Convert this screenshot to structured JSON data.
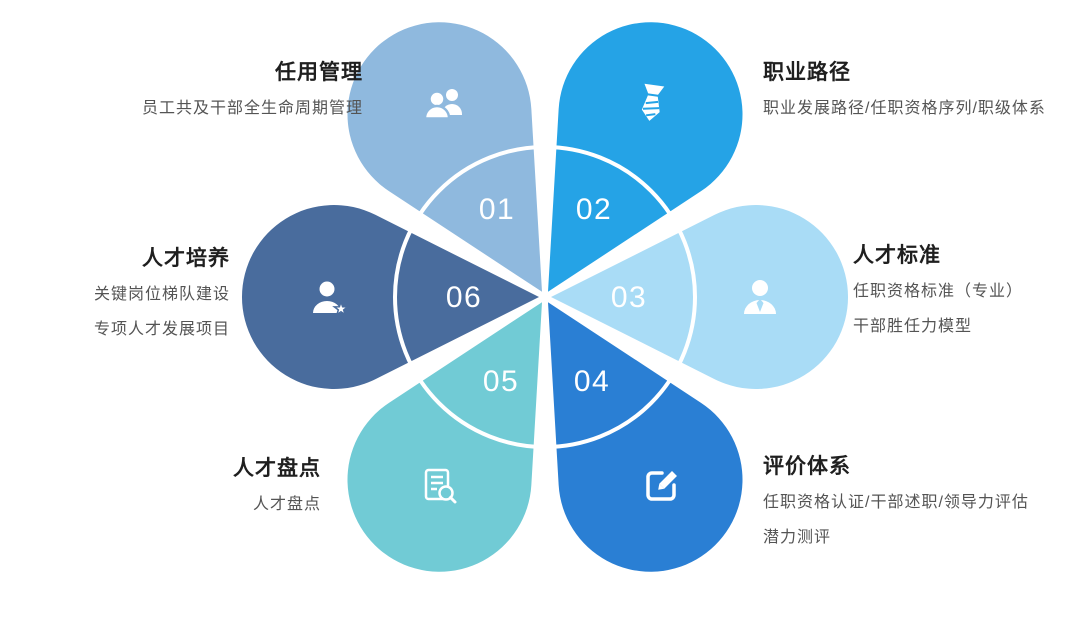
{
  "diagram": {
    "name": "talent-management-flower",
    "background": "#ffffff",
    "ring_color": "#ffffff",
    "petals": [
      {
        "number": "01",
        "title": "任用管理",
        "lines": [
          "员工共及干部全生命周期管理"
        ],
        "color": "#8FB9DE",
        "icon": "users-icon",
        "position": "top-left"
      },
      {
        "number": "02",
        "title": "职业路径",
        "lines": [
          "职业发展路径/任职资格序列/职级体系"
        ],
        "color": "#25A3E6",
        "icon": "tie-icon",
        "position": "top-right"
      },
      {
        "number": "03",
        "title": "人才标准",
        "lines": [
          "任职资格标准（专业）",
          "干部胜任力模型"
        ],
        "color": "#A9DCF6",
        "icon": "person-icon",
        "position": "right"
      },
      {
        "number": "04",
        "title": "评价体系",
        "lines": [
          "任职资格认证/干部述职/领导力评估",
          "潜力测评"
        ],
        "color": "#2A7FD4",
        "icon": "edit-icon",
        "position": "bottom-right"
      },
      {
        "number": "05",
        "title": "人才盘点",
        "lines": [
          "人才盘点"
        ],
        "color": "#71CBD5",
        "icon": "document-search-icon",
        "position": "bottom-left"
      },
      {
        "number": "06",
        "title": "人才培养",
        "lines": [
          "关键岗位梯队建设",
          "专项人才发展项目"
        ],
        "color": "#496C9D",
        "icon": "person-star-icon",
        "position": "left"
      }
    ]
  }
}
